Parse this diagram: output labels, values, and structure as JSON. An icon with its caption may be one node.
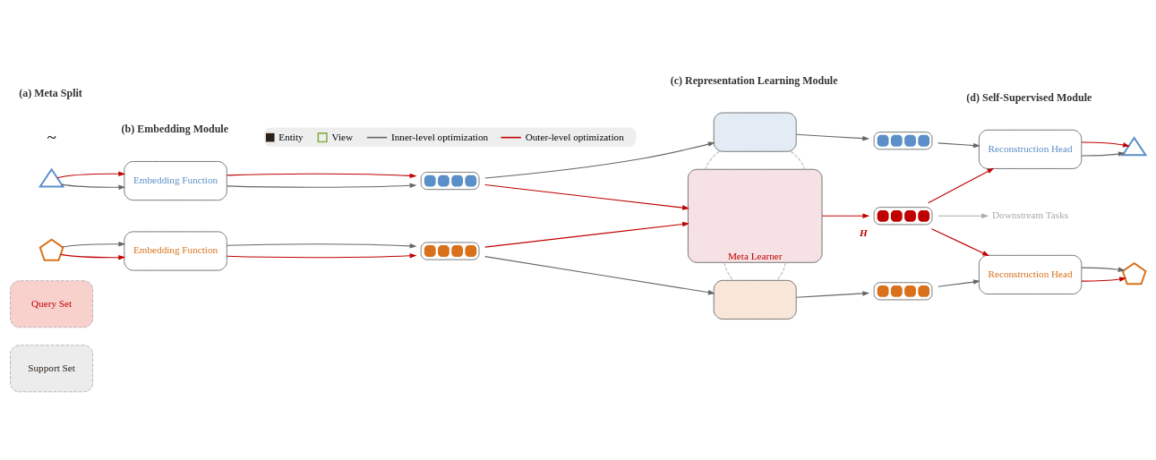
{
  "diagram": {
    "nodes": [
      {
        "text": [
          "Support Set"
        ]
      },
      {
        "text": [
          "Query Set"
        ]
      },
      {
        "text": [],
        "shape": "triangle"
      },
      {
        "text": [
          "Embedding Function"
        ]
      },
      {
        "text": [],
        "shape": "bar"
      },
      {
        "text": [],
        "shape": "box"
      },
      {
        "text": [],
        "shape": "bar"
      },
      {
        "text": [
          "Reconstruction Head"
        ]
      },
      {
        "text": [],
        "shape": "triangle"
      },
      {
        "text": [
          "Meta Learner"
        ]
      },
      {
        "text": [],
        "shape": "bar",
        "beside": [
          "H"
        ]
      },
      {
        "text": [
          "Downstream Tasks"
        ]
      },
      {
        "text": [],
        "shape": "pentagon"
      },
      {
        "text": [
          "Embedding Function"
        ]
      },
      {
        "text": [],
        "shape": "bar"
      },
      {
        "text": [],
        "shape": "box"
      },
      {
        "text": [],
        "shape": "bar"
      },
      {
        "text": [
          "Reconstruction Head"
        ]
      },
      {
        "text": [],
        "shape": "pentagon"
      }
    ],
    "edges": [
      {
        "from": 2,
        "to": 3,
        "arrow": "to"
      },
      {
        "from": 2,
        "to": 3,
        "arrow": "to",
        "color": "#c00000"
      },
      {
        "from": 3,
        "to": 4,
        "arrow": "to"
      },
      {
        "from": 3,
        "to": 4,
        "arrow": "to",
        "color": "#c00000"
      },
      {
        "from": 4,
        "to": 5,
        "arrow": "to"
      },
      {
        "from": 5,
        "to": 6,
        "arrow": "to"
      },
      {
        "from": 6,
        "to": 7,
        "arrow": "to"
      },
      {
        "from": 7,
        "to": 8,
        "arrow": "to"
      },
      {
        "from": 7,
        "to": 8,
        "arrow": "to",
        "color": "#c00000"
      },
      {
        "from": 5,
        "to": 9,
        "arrow": "none",
        "style": "dashed",
        "color": "#bbbbbb"
      },
      {
        "from": 5,
        "to": 9,
        "arrow": "none",
        "style": "dashed",
        "color": "#bbbbbb"
      },
      {
        "from": 4,
        "to": 9,
        "arrow": "to",
        "color": "#c00000"
      },
      {
        "from": 14,
        "to": 9,
        "arrow": "to",
        "color": "#c00000"
      },
      {
        "from": 9,
        "to": 10,
        "arrow": "to",
        "color": "#c00000"
      },
      {
        "from": 10,
        "to": 11,
        "arrow": "to",
        "color": "#aaaaaa"
      },
      {
        "from": 10,
        "to": 7,
        "arrow": "to",
        "color": "#c00000"
      },
      {
        "from": 10,
        "to": 17,
        "arrow": "to",
        "color": "#c00000"
      },
      {
        "from": 9,
        "to": 15,
        "arrow": "none",
        "style": "dashed",
        "color": "#bbbbbb"
      },
      {
        "from": 9,
        "to": 15,
        "arrow": "none",
        "style": "dashed",
        "color": "#bbbbbb"
      },
      {
        "from": 12,
        "to": 13,
        "arrow": "to",
        "color": "#c00000"
      },
      {
        "from": 12,
        "to": 13,
        "arrow": "to"
      },
      {
        "from": 13,
        "to": 14,
        "arrow": "to",
        "color": "#c00000"
      },
      {
        "from": 13,
        "to": 14,
        "arrow": "to"
      },
      {
        "from": 14,
        "to": 15,
        "arrow": "to"
      },
      {
        "from": 15,
        "to": 16,
        "arrow": "to"
      },
      {
        "from": 16,
        "to": 17,
        "arrow": "to"
      },
      {
        "from": 17,
        "to": 18,
        "arrow": "to",
        "color": "#c00000"
      },
      {
        "from": 17,
        "to": 18,
        "arrow": "to"
      }
    ],
    "labels": [
      "~",
      "(a) Meta Split",
      "(b) Embedding Module",
      "(c) Representation Learning Module",
      "(d) Self-Supervised Module"
    ],
    "legend": [
      {
        "text": "Entity"
      },
      {
        "text": "View"
      },
      {
        "text": "Inner-level optimization"
      },
      {
        "text": "Outer-level optimization"
      }
    ]
  }
}
